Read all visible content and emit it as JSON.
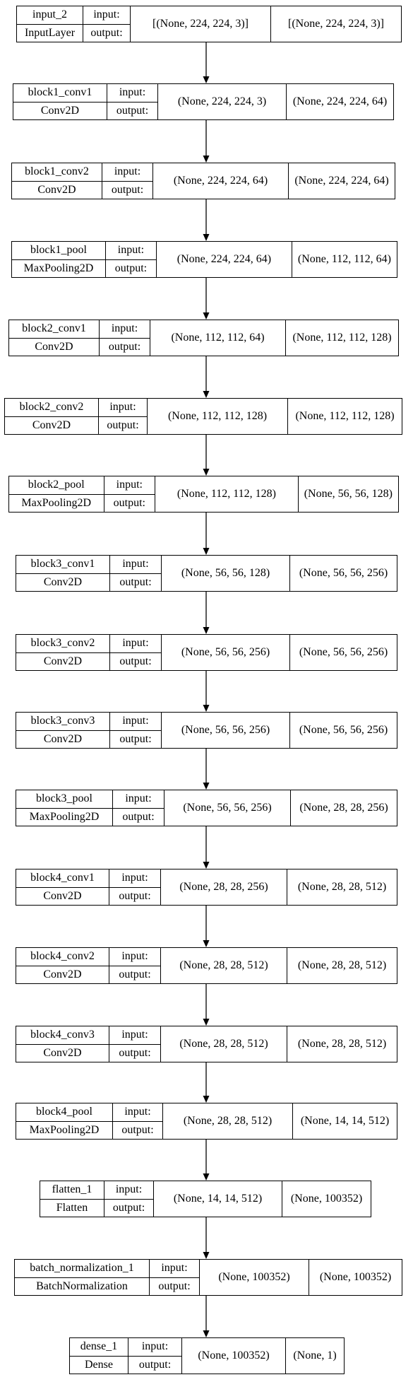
{
  "labels": {
    "input": "input:",
    "output": "output:"
  },
  "layers": [
    {
      "name": "input_2",
      "type": "InputLayer",
      "input_shape": "[(None, 224, 224, 3)]",
      "output_shape": "[(None, 224, 224, 3)]"
    },
    {
      "name": "block1_conv1",
      "type": "Conv2D",
      "input_shape": "(None, 224, 224, 3)",
      "output_shape": "(None, 224, 224, 64)"
    },
    {
      "name": "block1_conv2",
      "type": "Conv2D",
      "input_shape": "(None, 224, 224, 64)",
      "output_shape": "(None, 224, 224, 64)"
    },
    {
      "name": "block1_pool",
      "type": "MaxPooling2D",
      "input_shape": "(None, 224, 224, 64)",
      "output_shape": "(None, 112, 112, 64)"
    },
    {
      "name": "block2_conv1",
      "type": "Conv2D",
      "input_shape": "(None, 112, 112, 64)",
      "output_shape": "(None, 112, 112, 128)"
    },
    {
      "name": "block2_conv2",
      "type": "Conv2D",
      "input_shape": "(None, 112, 112, 128)",
      "output_shape": "(None, 112, 112, 128)"
    },
    {
      "name": "block2_pool",
      "type": "MaxPooling2D",
      "input_shape": "(None, 112, 112, 128)",
      "output_shape": "(None, 56, 56, 128)"
    },
    {
      "name": "block3_conv1",
      "type": "Conv2D",
      "input_shape": "(None, 56, 56, 128)",
      "output_shape": "(None, 56, 56, 256)"
    },
    {
      "name": "block3_conv2",
      "type": "Conv2D",
      "input_shape": "(None, 56, 56, 256)",
      "output_shape": "(None, 56, 56, 256)"
    },
    {
      "name": "block3_conv3",
      "type": "Conv2D",
      "input_shape": "(None, 56, 56, 256)",
      "output_shape": "(None, 56, 56, 256)"
    },
    {
      "name": "block3_pool",
      "type": "MaxPooling2D",
      "input_shape": "(None, 56, 56, 256)",
      "output_shape": "(None, 28, 28, 256)"
    },
    {
      "name": "block4_conv1",
      "type": "Conv2D",
      "input_shape": "(None, 28, 28, 256)",
      "output_shape": "(None, 28, 28, 512)"
    },
    {
      "name": "block4_conv2",
      "type": "Conv2D",
      "input_shape": "(None, 28, 28, 512)",
      "output_shape": "(None, 28, 28, 512)"
    },
    {
      "name": "block4_conv3",
      "type": "Conv2D",
      "input_shape": "(None, 28, 28, 512)",
      "output_shape": "(None, 28, 28, 512)"
    },
    {
      "name": "block4_pool",
      "type": "MaxPooling2D",
      "input_shape": "(None, 28, 28, 512)",
      "output_shape": "(None, 14, 14, 512)"
    },
    {
      "name": "flatten_1",
      "type": "Flatten",
      "input_shape": "(None, 14, 14, 512)",
      "output_shape": "(None, 100352)"
    },
    {
      "name": "batch_normalization_1",
      "type": "BatchNormalization",
      "input_shape": "(None, 100352)",
      "output_shape": "(None, 100352)"
    },
    {
      "name": "dense_1",
      "type": "Dense",
      "input_shape": "(None, 100352)",
      "output_shape": "(None, 1)"
    }
  ]
}
